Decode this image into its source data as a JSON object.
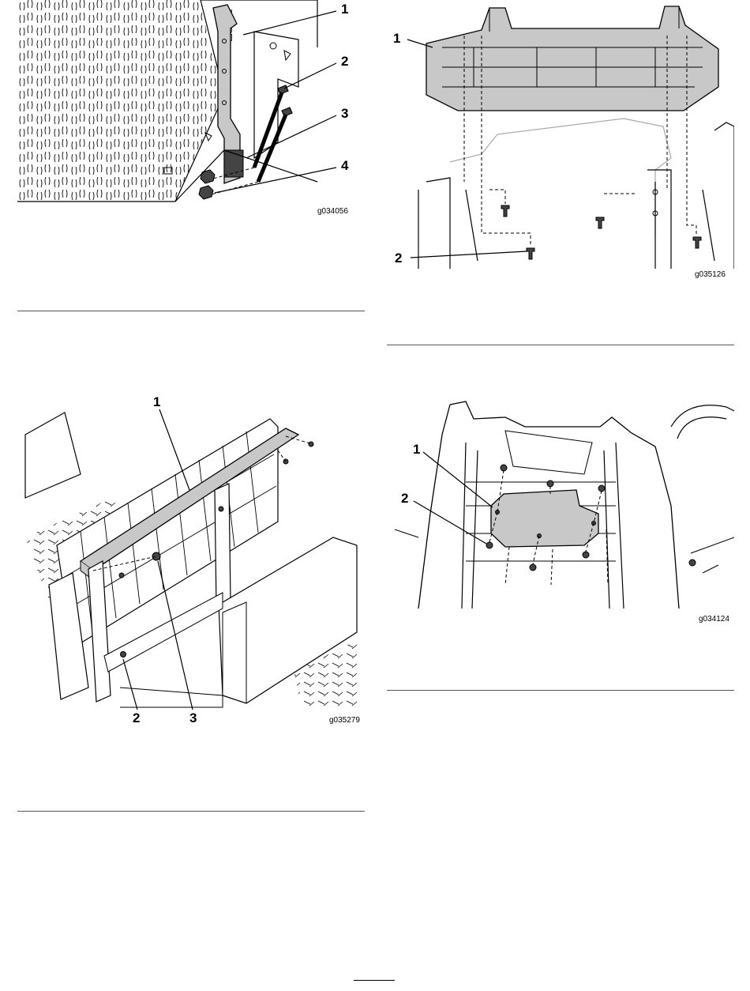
{
  "figures": [
    {
      "id": "fig-a",
      "code": "g034056",
      "callouts": [
        "1",
        "2",
        "3",
        "4"
      ]
    },
    {
      "id": "fig-b",
      "code": "g035126",
      "callouts": [
        "1",
        "2"
      ]
    },
    {
      "id": "fig-c",
      "code": "g035279",
      "callouts": [
        "1",
        "2",
        "3"
      ]
    },
    {
      "id": "fig-d",
      "code": "g034124",
      "callouts": [
        "1",
        "2"
      ]
    }
  ],
  "colors": {
    "line": "#000000",
    "part_fill": "#c8c8c8",
    "rule": "#555555"
  }
}
